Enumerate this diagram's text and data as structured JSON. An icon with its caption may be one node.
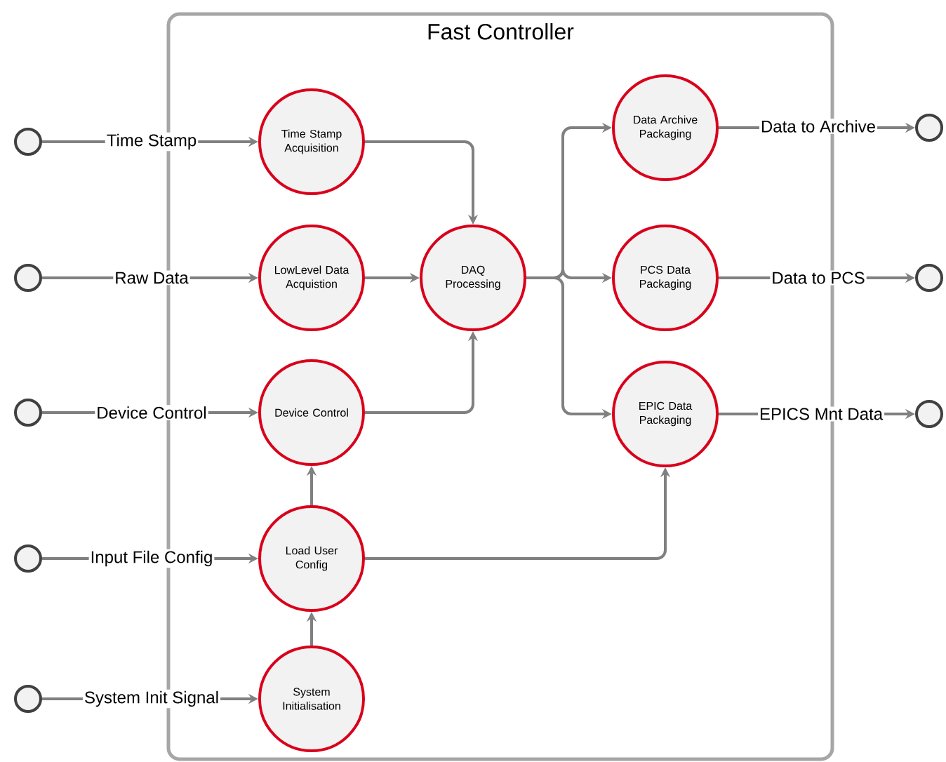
{
  "diagram": {
    "nodes": [
      {
        "text": [
          "Fast Controller"
        ]
      },
      {
        "text": [
          "Time Stamp Acquisition"
        ],
        "in": 0
      },
      {
        "text": [
          "LowLevel Data Acquistion"
        ],
        "in": 0
      },
      {
        "text": [
          "Device Control"
        ],
        "in": 0
      },
      {
        "text": [
          "Load User Config"
        ],
        "in": 0
      },
      {
        "text": [
          "System Initialisation"
        ],
        "in": 0
      },
      {
        "text": [
          "DAQ Processing"
        ],
        "in": 0
      },
      {
        "text": [
          "Data Archive Packaging"
        ],
        "in": 0
      },
      {
        "text": [
          "PCS Data Packaging"
        ],
        "in": 0
      },
      {
        "text": [
          "EPIC Data Packaging"
        ],
        "in": 0
      },
      {
        "text": [],
        "shape": "circle"
      },
      {
        "text": [],
        "shape": "circle"
      },
      {
        "text": [],
        "shape": "circle"
      },
      {
        "text": [],
        "shape": "circle"
      },
      {
        "text": [],
        "shape": "circle"
      },
      {
        "text": [],
        "shape": "circle"
      },
      {
        "text": [],
        "shape": "circle"
      },
      {
        "text": [],
        "shape": "circle"
      }
    ],
    "edges": [
      {
        "from": 10,
        "to": 1,
        "arrow": "to",
        "label": "Time Stamp"
      },
      {
        "from": 11,
        "to": 2,
        "arrow": "to",
        "label": "Raw Data"
      },
      {
        "from": 12,
        "to": 3,
        "arrow": "to",
        "label": "Device Control"
      },
      {
        "from": 13,
        "to": 4,
        "arrow": "to",
        "label": "Input File Config"
      },
      {
        "from": 14,
        "to": 5,
        "arrow": "to",
        "label": "System Init Signal"
      },
      {
        "from": 1,
        "to": 6,
        "arrow": "to"
      },
      {
        "from": 2,
        "to": 6,
        "arrow": "to"
      },
      {
        "from": 3,
        "to": 6,
        "arrow": "to"
      },
      {
        "from": 5,
        "to": 4,
        "arrow": "to"
      },
      {
        "from": 4,
        "to": 3,
        "arrow": "to"
      },
      {
        "from": 4,
        "to": 9,
        "arrow": "to"
      },
      {
        "from": 6,
        "to": 7,
        "arrow": "to"
      },
      {
        "from": 6,
        "to": 8,
        "arrow": "to"
      },
      {
        "from": 6,
        "to": 9,
        "arrow": "to"
      },
      {
        "from": 7,
        "to": 15,
        "arrow": "to",
        "label": "Data to Archive"
      },
      {
        "from": 8,
        "to": 16,
        "arrow": "to",
        "label": "Data to PCS"
      },
      {
        "from": 9,
        "to": 17,
        "arrow": "to",
        "label": "EPICS Mnt Data"
      }
    ]
  }
}
